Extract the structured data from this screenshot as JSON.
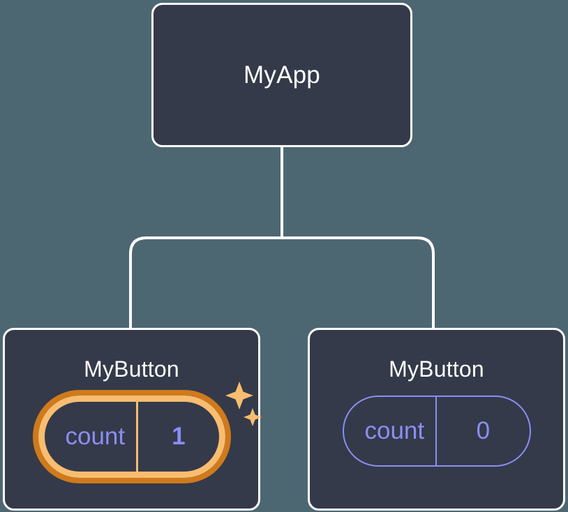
{
  "diagram": {
    "type": "component-tree",
    "background_color": "#4d6772",
    "node_fill": "#343a49",
    "node_border": "#ffffff",
    "edge_color": "#ffffff",
    "accent_state_color": "#8b8ef5",
    "highlight_color_inner": "#f8bd70",
    "highlight_color_outer": "#cf7a1c"
  },
  "root": {
    "title": "MyApp"
  },
  "children": [
    {
      "title": "MyButton",
      "state": {
        "key": "count",
        "value": "1"
      },
      "highlighted": true,
      "sparkle_count": 2
    },
    {
      "title": "MyButton",
      "state": {
        "key": "count",
        "value": "0"
      },
      "highlighted": false,
      "sparkle_count": 0
    }
  ]
}
